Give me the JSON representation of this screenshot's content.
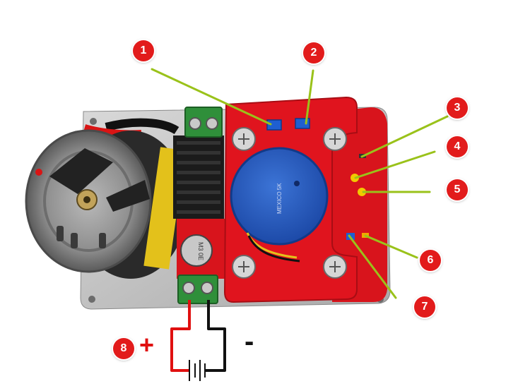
{
  "callouts": [
    {
      "label": "1"
    },
    {
      "label": "2"
    },
    {
      "label": "3"
    },
    {
      "label": "4"
    },
    {
      "label": "5"
    },
    {
      "label": "6"
    },
    {
      "label": "7"
    },
    {
      "label": "8"
    }
  ],
  "signs": {
    "plus": "+",
    "minus": "-"
  },
  "colors": {
    "callout": "#e21b1b",
    "leader": "#9ac21a",
    "pcb": "#d8141c",
    "heatsink": "#1b1b1b",
    "terminal": "#2f8f3a",
    "wire_positive": "#e01010",
    "wire_negative": "#111111"
  }
}
